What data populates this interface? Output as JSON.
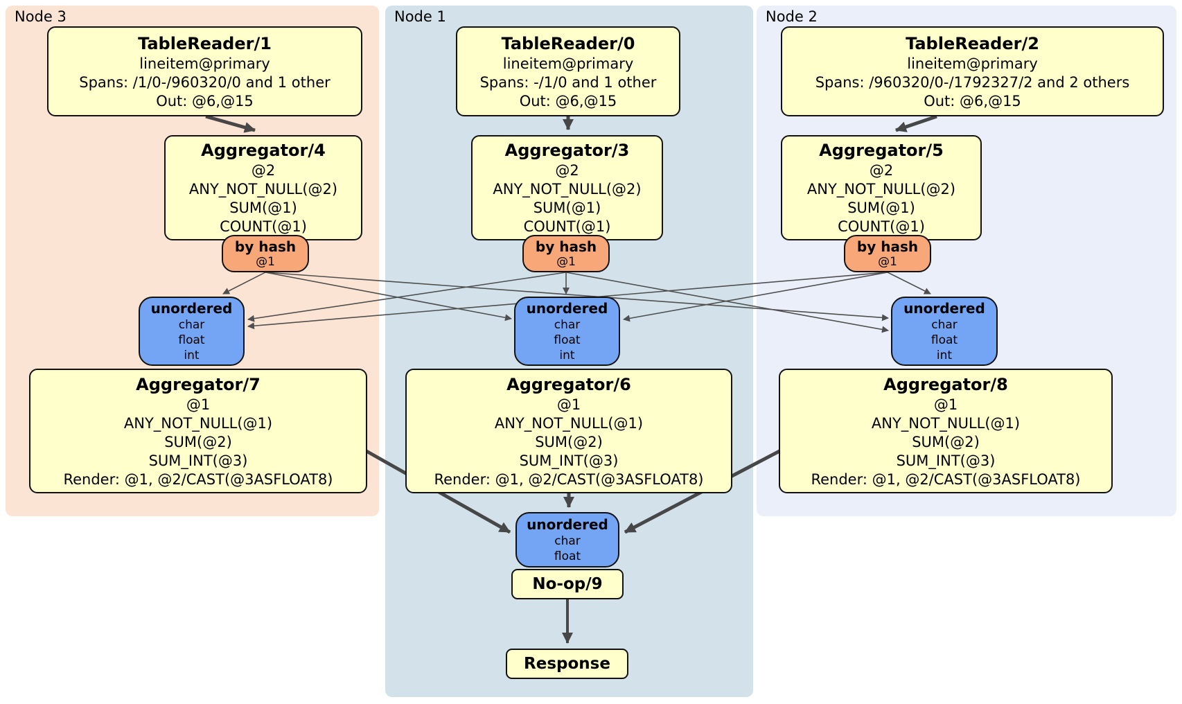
{
  "panels": {
    "node3": {
      "label": "Node 3"
    },
    "node1": {
      "label": "Node 1"
    },
    "node2": {
      "label": "Node 2"
    }
  },
  "node3": {
    "table_reader": {
      "title": "TableReader/1",
      "index": "lineitem@primary",
      "spans": "Spans: /1/0-/960320/0 and 1 other",
      "out": "Out: @6,@15"
    },
    "aggregator_top": {
      "title": "Aggregator/4",
      "lines": [
        "@2",
        "ANY_NOT_NULL(@2)",
        "SUM(@1)",
        "COUNT(@1)"
      ]
    },
    "router": {
      "title": "by hash",
      "detail": "@1"
    },
    "sync": {
      "title": "unordered",
      "columns": [
        "char",
        "float",
        "int"
      ]
    },
    "aggregator_final": {
      "title": "Aggregator/7",
      "lines": [
        "@1",
        "ANY_NOT_NULL(@1)",
        "SUM(@2)",
        "SUM_INT(@3)",
        "Render: @1, @2/CAST(@3ASFLOAT8)"
      ]
    }
  },
  "node1": {
    "table_reader": {
      "title": "TableReader/0",
      "index": "lineitem@primary",
      "spans": "Spans: -/1/0 and 1 other",
      "out": "Out: @6,@15"
    },
    "aggregator_top": {
      "title": "Aggregator/3",
      "lines": [
        "@2",
        "ANY_NOT_NULL(@2)",
        "SUM(@1)",
        "COUNT(@1)"
      ]
    },
    "router": {
      "title": "by hash",
      "detail": "@1"
    },
    "sync": {
      "title": "unordered",
      "columns": [
        "char",
        "float",
        "int"
      ]
    },
    "aggregator_final": {
      "title": "Aggregator/6",
      "lines": [
        "@1",
        "ANY_NOT_NULL(@1)",
        "SUM(@2)",
        "SUM_INT(@3)",
        "Render: @1, @2/CAST(@3ASFLOAT8)"
      ]
    }
  },
  "node2": {
    "table_reader": {
      "title": "TableReader/2",
      "index": "lineitem@primary",
      "spans": "Spans: /960320/0-/1792327/2 and 2 others",
      "out": "Out: @6,@15"
    },
    "aggregator_top": {
      "title": "Aggregator/5",
      "lines": [
        "@2",
        "ANY_NOT_NULL(@2)",
        "SUM(@1)",
        "COUNT(@1)"
      ]
    },
    "router": {
      "title": "by hash",
      "detail": "@1"
    },
    "sync": {
      "title": "unordered",
      "columns": [
        "char",
        "float",
        "int"
      ]
    },
    "aggregator_final": {
      "title": "Aggregator/8",
      "lines": [
        "@1",
        "ANY_NOT_NULL(@1)",
        "SUM(@2)",
        "SUM_INT(@3)",
        "Render: @1, @2/CAST(@3ASFLOAT8)"
      ]
    }
  },
  "output": {
    "sync": {
      "title": "unordered",
      "columns": [
        "char",
        "float"
      ]
    },
    "noop_title": "No-op/9",
    "response_title": "Response"
  },
  "colors": {
    "node3_panel": "#fce4d4",
    "node1_panel": "#d3e1ea",
    "node2_panel": "#eaeffa",
    "processor_box": "#ffffcc",
    "hash_router": "#f8a878",
    "sync_box": "#74a4f4",
    "edge": "#474747"
  }
}
